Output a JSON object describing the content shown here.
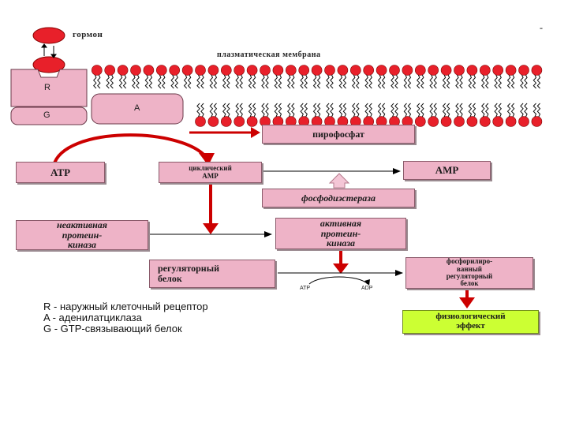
{
  "hormone_label": "гормон",
  "membrane_label": "плазматическая мембрана",
  "receptor_R": "R",
  "protein_G": "G",
  "enzyme_A": "A",
  "boxes": {
    "pyrophosphate": "пирофосфат",
    "atp": "ATP",
    "camp": "циклический\nAMP",
    "amp": "AMP",
    "phosphodiesterase": "фосфодиэстераза",
    "inactive_kinase": "неактивная\nпротеин-\nкиназа",
    "active_kinase": "активная\nпротеин-\nкиназа",
    "regulatory_protein": "регуляторный\nбелок",
    "phosphorylated_protein": "фосфорилиро-\nванный\nрегуляторный\nбелок",
    "physiological_effect": "физиологический\nэффект"
  },
  "small_labels": {
    "atp": "ATP",
    "adp": "ADP"
  },
  "legend": [
    "R - наружный клеточный рецептор",
    "A - аденилатциклаза",
    "G - GTP-связывающий белок"
  ],
  "corner_mark": "-",
  "colors": {
    "box_fill": "#eeb3c7",
    "effect_fill": "#ccff33",
    "arrow_red": "#cc0000",
    "lipid_head": "#e8202a"
  }
}
